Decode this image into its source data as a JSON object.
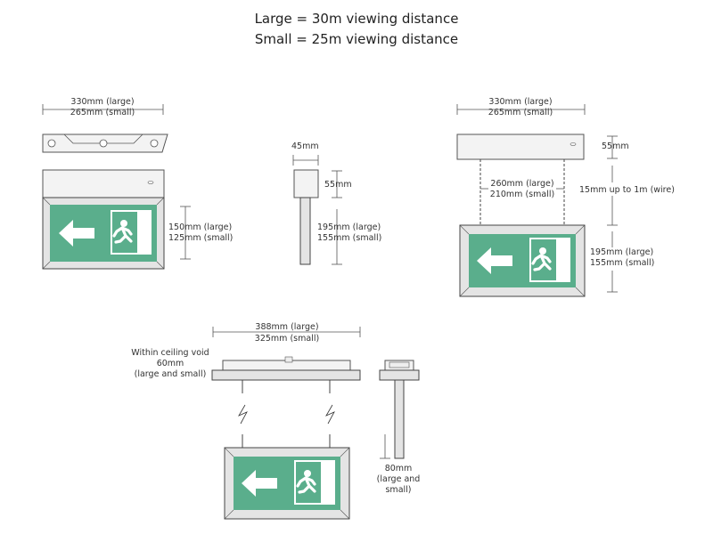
{
  "legend": {
    "large": "Large = 30m viewing distance",
    "small": "Small = 25m viewing distance"
  },
  "colors": {
    "sign_green": "#5aae8c",
    "line": "#555555",
    "housing": "#f3f3f3"
  },
  "wall_mount": {
    "width_large": "330mm (large)",
    "width_small": "265mm (small)",
    "height_large": "150mm (large)",
    "height_small": "125mm (small)"
  },
  "side_view": {
    "depth": "45mm",
    "body_height": "55mm",
    "height_large": "195mm (large)",
    "height_small": "155mm (small)"
  },
  "suspended": {
    "width_large": "330mm (large)",
    "width_small": "265mm (small)",
    "body_height": "55mm",
    "wire_large": "260mm (large)",
    "wire_small": "210mm (small)",
    "wire_length": "15mm up to 1m (wire)",
    "height_large": "195mm (large)",
    "height_small": "155mm (small)"
  },
  "recessed": {
    "width_large": "388mm (large)",
    "width_small": "325mm (small)",
    "void_line1": "Within ceiling void",
    "void_line2": "60mm",
    "void_line3": "(large and small)",
    "side_line1": "80mm",
    "side_line2": "(large and",
    "side_line3": "small)"
  }
}
